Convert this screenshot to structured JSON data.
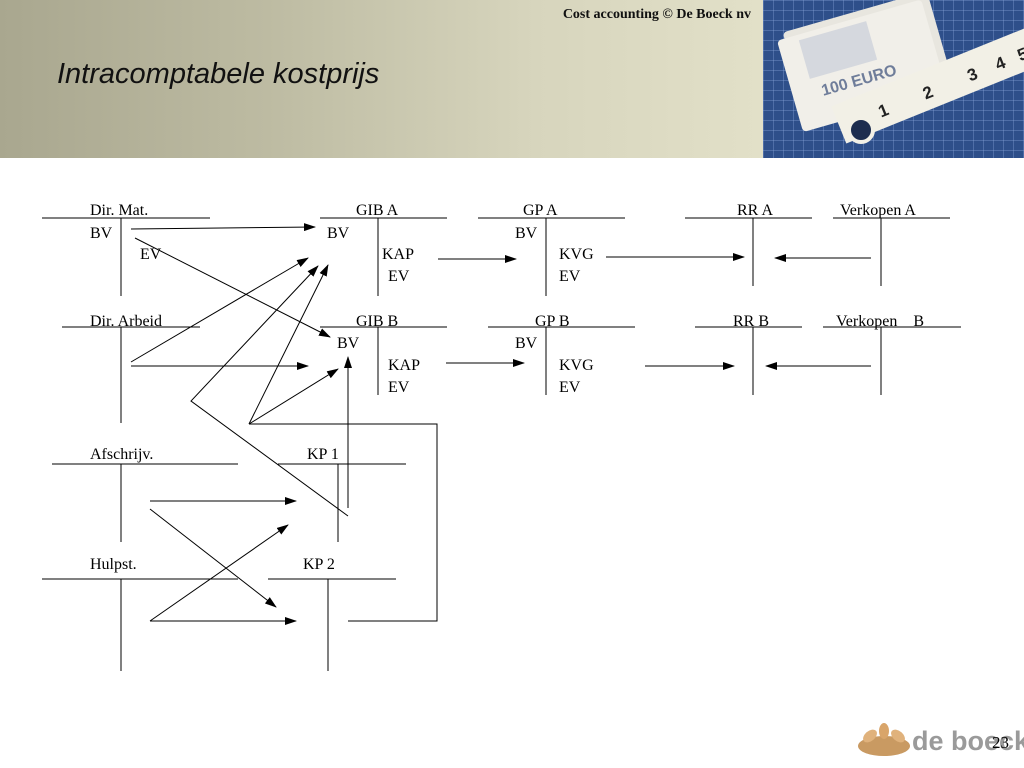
{
  "header": {
    "copyright": "Cost accounting © De Boeck nv",
    "title": "Intracomptabele kostprijs",
    "photo_banknote_text": "100 EURO",
    "photo_ruler_digits": [
      "1",
      "2",
      "3",
      "4",
      "5"
    ]
  },
  "accounts": {
    "dir_mat": "Dir. Mat.",
    "gib_a": "GIB A",
    "gp_a": "GP A",
    "rr_a": "RR A",
    "verkopen_a": "Verkopen A",
    "dir_arbeid": "Dir. Arbeid",
    "gib_b": "GIB B",
    "gp_b": "GP B",
    "rr_b": "RR B",
    "verkopen_b": "Verkopen    B",
    "afschrijv": "Afschrijv.",
    "kp1": "KP 1",
    "hulpst": "Hulpst.",
    "kp2": "KP 2"
  },
  "entries": {
    "dir_mat_bv": "BV",
    "dir_mat_ev": "EV",
    "gib_a_bv": "BV",
    "gib_a_kap": "KAP",
    "gib_a_ev": "EV",
    "gp_a_bv": "BV",
    "gp_a_kvg": "KVG",
    "gp_a_ev": "EV",
    "gib_b_bv": "BV",
    "gib_b_kap": "KAP",
    "gib_b_ev": "EV",
    "gp_b_bv": "BV",
    "gp_b_kvg": "KVG",
    "gp_b_ev": "EV"
  },
  "footer": {
    "logo_text": "de boeck",
    "page_number": "23"
  }
}
